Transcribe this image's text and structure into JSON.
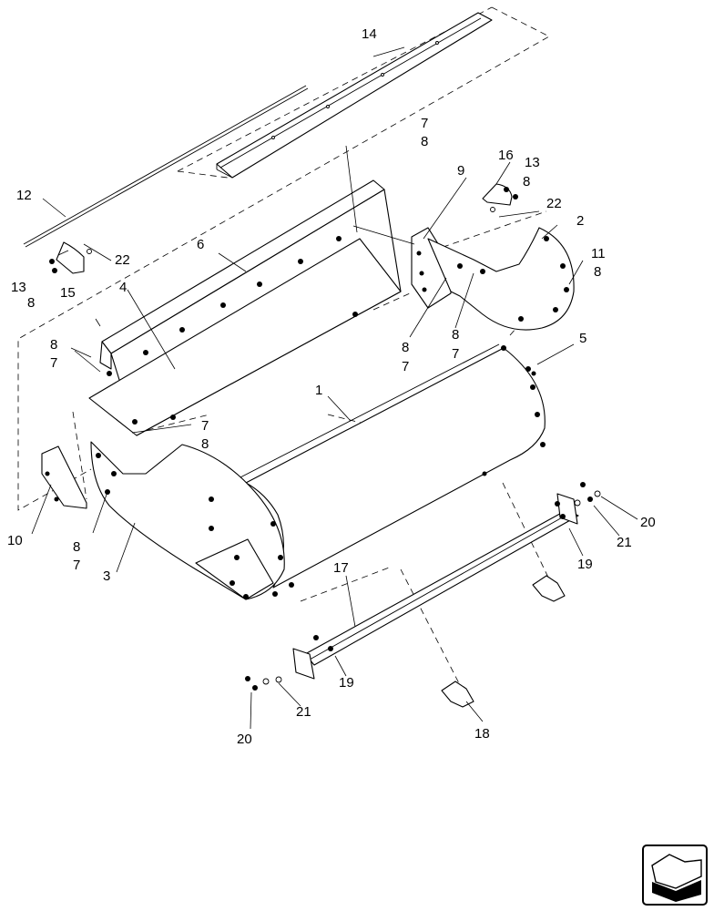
{
  "labels": {
    "l1": "1",
    "l2": "2",
    "l3": "3",
    "l4": "4",
    "l5": "5",
    "l6": "6",
    "l7a": "7",
    "l8a": "8",
    "l9": "9",
    "l10": "10",
    "l11": "11",
    "l8b": "8",
    "l12": "12",
    "l13a": "13",
    "l8c": "8",
    "l15": "15",
    "l22a": "22",
    "l14": "14",
    "l16": "16",
    "l13b": "13",
    "l8d": "8",
    "l22b": "22",
    "l8e": "8",
    "l7e": "7",
    "l8f": "8",
    "l7f": "7",
    "l8g": "8",
    "l7g": "7",
    "l7h": "7",
    "l8h": "8",
    "l8i": "8",
    "l7i": "7",
    "l17": "17",
    "l18": "18",
    "l19a": "19",
    "l19b": "19",
    "l20a": "20",
    "l21a": "21",
    "l20b": "20",
    "l21b": "21"
  },
  "icons": {
    "navigation": "page-navigation-arrow-icon"
  }
}
